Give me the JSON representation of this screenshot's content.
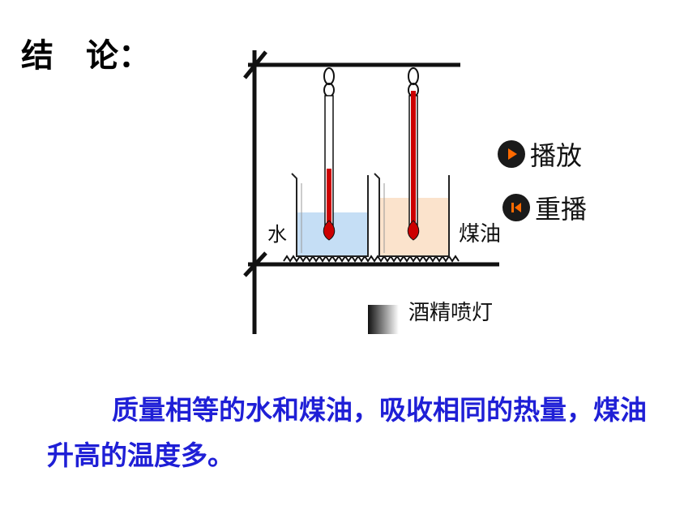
{
  "heading": "结　论：",
  "labels": {
    "water": "水",
    "kerosene": "煤油",
    "lamp": "酒精喷灯"
  },
  "controls": {
    "play_label": "播放",
    "replay_label": "重播"
  },
  "conclusion_text": "质量相等的水和煤油，吸收相同的热量，煤油升高的温度多。",
  "colors": {
    "conclusion": "#1f1fd6",
    "water": "#c5def5",
    "kerosene": "#fbe3cc",
    "thermometer": "#cc0000",
    "play_icon": "#ff6a00",
    "replay_icon": "#ff6a00"
  }
}
